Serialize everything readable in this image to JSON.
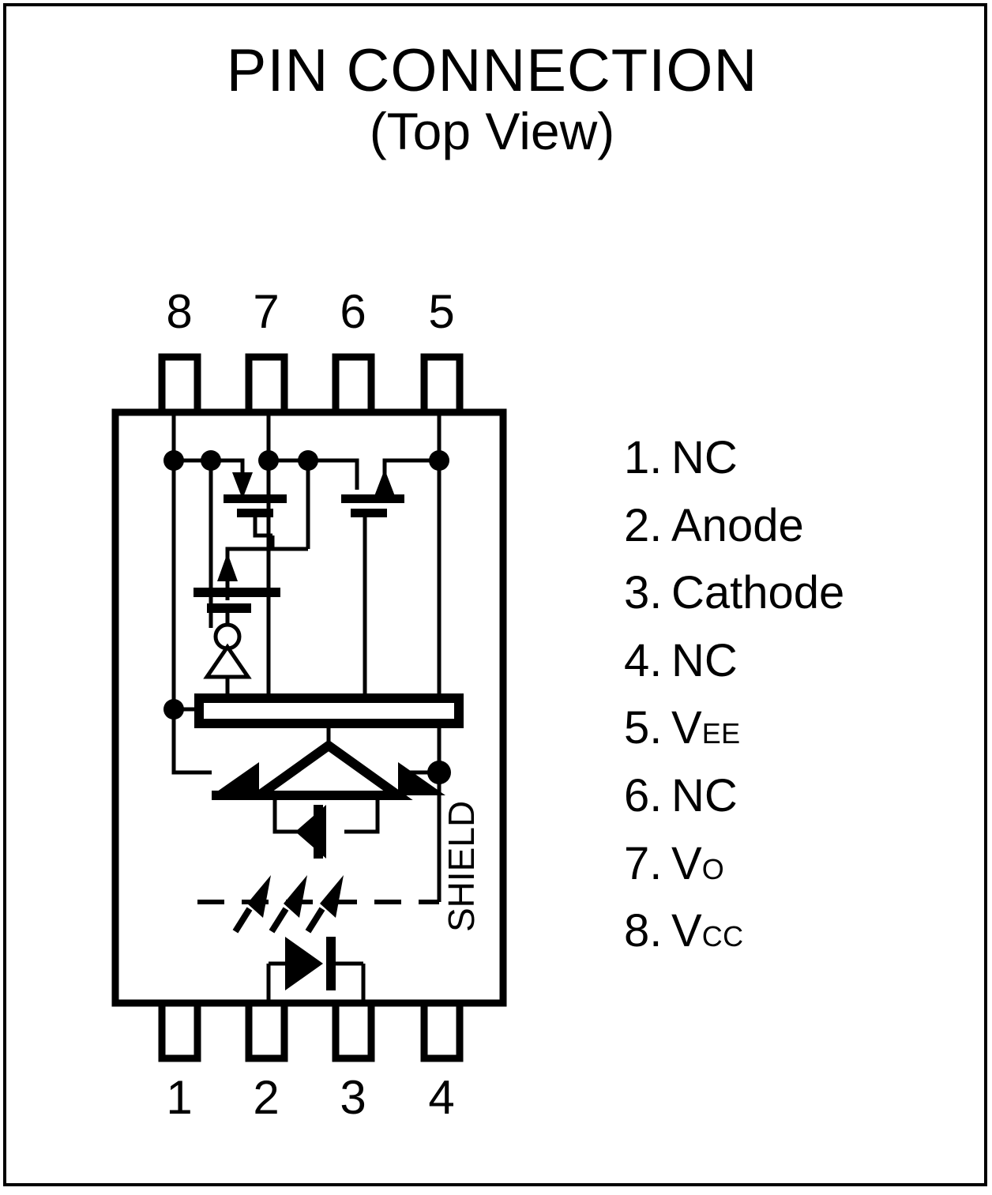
{
  "title": {
    "main": "PIN CONNECTION",
    "sub": "(Top View)"
  },
  "package": {
    "top_pin_numbers": [
      "8",
      "7",
      "6",
      "5"
    ],
    "bottom_pin_numbers": [
      "1",
      "2",
      "3",
      "4"
    ],
    "shield_label": "SHIELD"
  },
  "pin_list": [
    {
      "number": "1.",
      "name": "NC",
      "sub": ""
    },
    {
      "number": "2.",
      "name": "Anode",
      "sub": ""
    },
    {
      "number": "3.",
      "name": "Cathode",
      "sub": ""
    },
    {
      "number": "4.",
      "name": "NC",
      "sub": ""
    },
    {
      "number": "5.",
      "name": "V",
      "sub": "EE"
    },
    {
      "number": "6.",
      "name": "NC",
      "sub": ""
    },
    {
      "number": "7.",
      "name": "V",
      "sub": "O"
    },
    {
      "number": "8.",
      "name": "V",
      "sub": "CC"
    }
  ],
  "colors": {
    "ink": "#000000",
    "background": "#ffffff"
  },
  "schematic": {
    "symbols": [
      "pin-tab",
      "package-outline",
      "junction-dot",
      "mosfet-transistor",
      "inverter-gate",
      "photodetector-bar",
      "amplifier-triangle",
      "photodiode",
      "isolation-barrier",
      "light-arrow",
      "input-led"
    ]
  }
}
